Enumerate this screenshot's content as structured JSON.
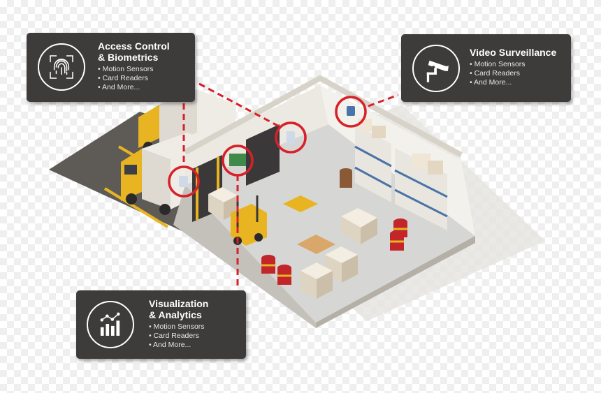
{
  "cards": {
    "access": {
      "title_line1": "Access Control",
      "title_line2": "& Biometrics",
      "items": [
        "Motion Sensors",
        "Card Readers",
        "And More..."
      ],
      "icon": "fingerprint-icon"
    },
    "video": {
      "title": "Video Surveillance",
      "items": [
        "Motion Sensors",
        "Card Readers",
        "And More..."
      ],
      "icon": "cctv-camera-icon"
    },
    "viz": {
      "title_line1": "Visualization",
      "title_line2": "& Analytics",
      "items": [
        "Motion Sensors",
        "Card Readers",
        "And More..."
      ],
      "icon": "analytics-chart-icon"
    }
  },
  "colors": {
    "card_background": "#3d3c3a",
    "callout_red": "#d8202a",
    "floor": "#d6d6d4",
    "wall": "#ece9e3",
    "road": "#5e5b57",
    "safety_yellow": "#e8b421"
  }
}
